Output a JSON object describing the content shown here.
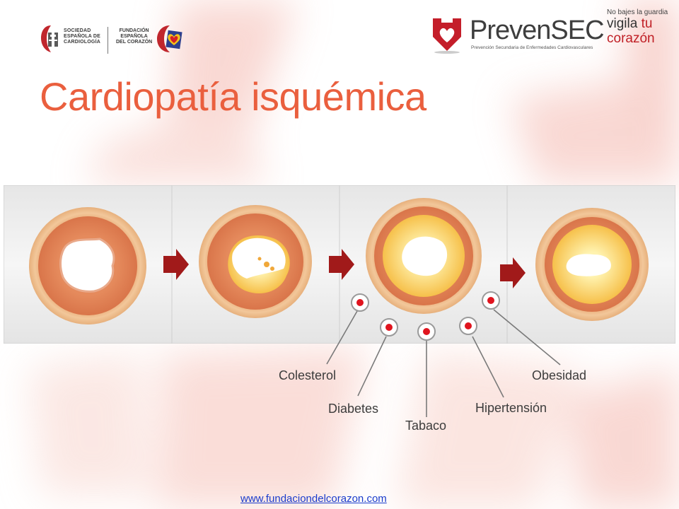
{
  "header": {
    "logo_sec": {
      "lines": [
        "SOCIEDAD",
        "ESPAÑOLA DE",
        "CARDIOLOGÍA"
      ]
    },
    "logo_fec": {
      "lines": [
        "FUNDACIÓN",
        "ESPAÑOLA",
        "DEL CORAZÓN"
      ]
    },
    "logo_prevensec": {
      "name": "PrevenSEC",
      "subtitle": "Prevención Secundaria de Enfermedades Cardiovasculares"
    },
    "slogan": {
      "line1": "No bajes la guardia",
      "line2": "vigila",
      "line2_accent": "tu",
      "line3": "corazón"
    }
  },
  "title": "Cardiopatía isquémica",
  "diagram": {
    "stages": 4,
    "risk_factors": [
      "Colesterol",
      "Diabetes",
      "Tabaco",
      "Hipertensión",
      "Obesidad"
    ]
  },
  "footer": {
    "link": "www.fundaciondelcorazon.com"
  },
  "colors": {
    "title": "#ea5f3e",
    "arrow": "#a11a1a",
    "marker": "#e0141e",
    "link": "#1a3ccc"
  }
}
